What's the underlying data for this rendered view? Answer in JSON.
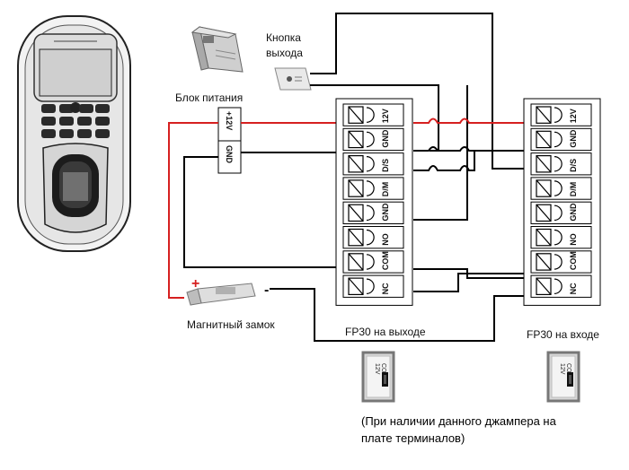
{
  "labels": {
    "exit_button": [
      "Кнопка",
      "выхода"
    ],
    "power_supply": "Блок питания",
    "psu_terminals": [
      "+12V",
      "GND"
    ],
    "lock": "Магнитный замок",
    "lock_plus": "+",
    "lock_minus": "-",
    "fp_exit": "FP30 на выходе",
    "fp_entry": "FP30 на входе",
    "note": [
      "(При наличии данного джампера на",
      "плате терминалов)"
    ]
  },
  "terminals": [
    "12V",
    "GND",
    "D/S",
    "D/M",
    "GND",
    "NO",
    "COM",
    "NC"
  ],
  "jumper": {
    "left": "12V",
    "right": "COM"
  },
  "colors": {
    "wire": "#000000",
    "power_wire": "#d62020",
    "plus": "#d62020"
  }
}
